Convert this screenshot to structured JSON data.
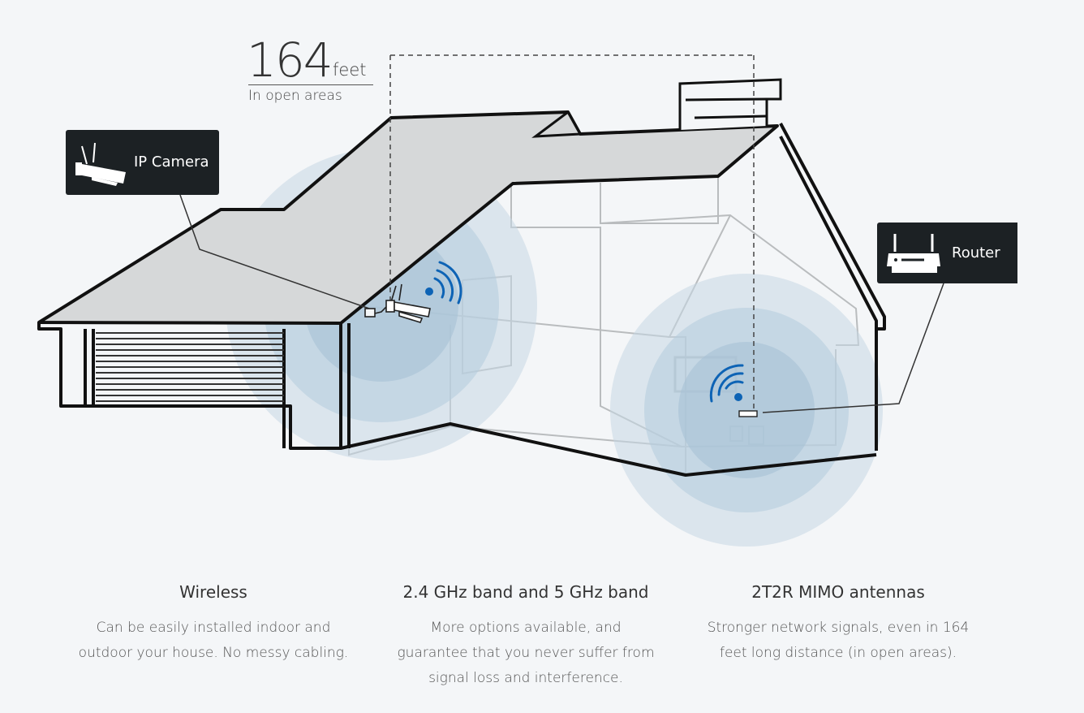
{
  "distance": {
    "value": "164",
    "unit": "feet",
    "note": "In open areas"
  },
  "callouts": {
    "camera": {
      "label": "IP Camera",
      "icon": "ip-camera-icon"
    },
    "router": {
      "label": "Router",
      "icon": "router-icon"
    }
  },
  "colors": {
    "background": "#f4f6f8",
    "signal_wave": "#0d63b5",
    "coverage": "#8fb3cf",
    "roof": "#d6d8d9",
    "callout_bg": "#1c2124"
  },
  "features": [
    {
      "title": "Wireless",
      "description": "Can be easily installed indoor and outdoor your house. No messy cabling."
    },
    {
      "title": "2.4 GHz band and 5 GHz band",
      "description": "More options available, and guarantee that you never suffer from signal loss and interference."
    },
    {
      "title": "2T2R MIMO antennas",
      "description": "Stronger network signals, even in 164 feet long distance (in open areas)."
    }
  ]
}
